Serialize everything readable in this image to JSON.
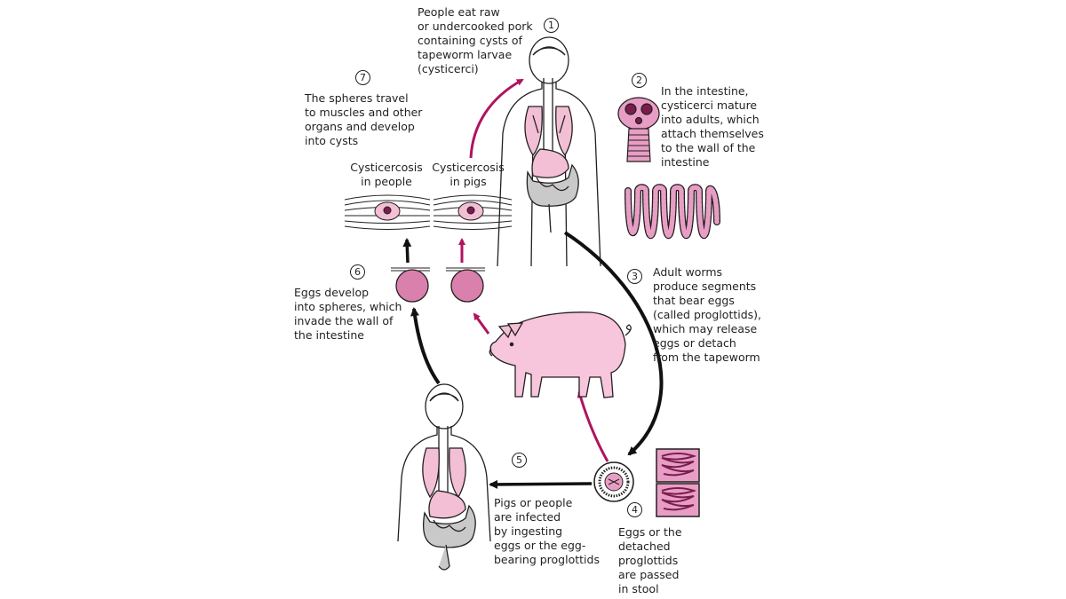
{
  "colors": {
    "magenta_arrow": "#b0135f",
    "black_arrow": "#111111",
    "organ_pink": "#f2bfd4",
    "parasite_pink": "#e89ec4",
    "dark_magenta": "#7a1d4e",
    "gray_intestine": "#c9c9c9"
  },
  "steps": [
    {
      "number": "1",
      "text": "People eat raw\nor undercooked pork\ncontaining cysts of\ntapeworm larvae\n(cysticerci)"
    },
    {
      "number": "2",
      "text": "In the intestine,\ncysticerci mature\ninto adults, which\nattach themselves\nto the wall of the\nintestine"
    },
    {
      "number": "3",
      "text": "Adult worms\nproduce segments\nthat bear eggs\n(called proglottids),\nwhich may release\neggs or detach\nfrom the tapeworm"
    },
    {
      "number": "4",
      "text": "Eggs or the\ndetached\nproglottids\nare passed\nin stool"
    },
    {
      "number": "5",
      "text": "Pigs or people\nare infected\nby ingesting\neggs or the egg-\nbearing proglottids"
    },
    {
      "number": "6",
      "text": "Eggs develop\ninto spheres, which\ninvade the wall of\nthe intestine"
    },
    {
      "number": "7",
      "text": "The spheres travel\nto muscles and other\norgans and develop\ninto cysts"
    }
  ],
  "labels": {
    "cysticercosis_people": "Cysticercosis\nin people",
    "cysticercosis_pigs": "Cysticercosis\nin pigs"
  },
  "icons": [
    "human-torso-icon",
    "tapeworm-head-icon",
    "adult-worm-icon",
    "egg-icon",
    "proglottid-icon",
    "pig-icon",
    "sphere-icon",
    "muscle-cyst-icon"
  ]
}
